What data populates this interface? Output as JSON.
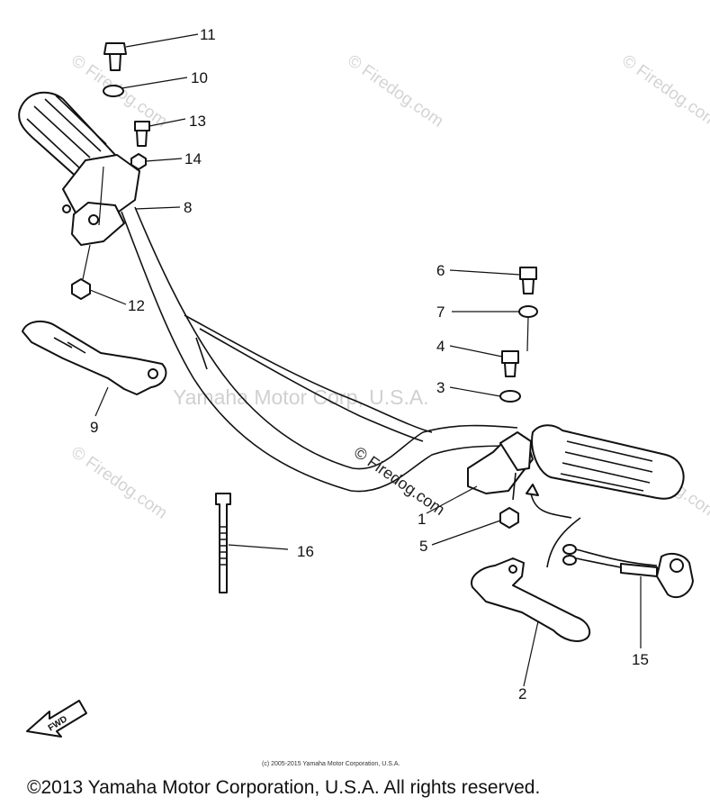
{
  "callouts": [
    {
      "id": "11",
      "label": "11"
    },
    {
      "id": "10",
      "label": "10"
    },
    {
      "id": "13",
      "label": "13"
    },
    {
      "id": "14",
      "label": "14"
    },
    {
      "id": "8",
      "label": "8"
    },
    {
      "id": "12",
      "label": "12"
    },
    {
      "id": "9",
      "label": "9"
    },
    {
      "id": "6",
      "label": "6"
    },
    {
      "id": "7",
      "label": "7"
    },
    {
      "id": "4",
      "label": "4"
    },
    {
      "id": "3",
      "label": "3"
    },
    {
      "id": "1",
      "label": "1"
    },
    {
      "id": "5",
      "label": "5"
    },
    {
      "id": "16",
      "label": "16"
    },
    {
      "id": "15",
      "label": "15"
    },
    {
      "id": "2",
      "label": "2"
    }
  ],
  "watermarks": {
    "site": "© Firedog.com",
    "center": "Yamaha Motor Corp, U.S.A."
  },
  "fwd_label": "FWD",
  "copyright_small": "(c) 2005-2015 Yamaha Motor Corporation, U.S.A.",
  "copyright_main": "©2013 Yamaha Motor Corporation, U.S.A. All rights reserved.",
  "colors": {
    "line": "#111111",
    "watermark": "#d4d4d4",
    "background": "#ffffff"
  }
}
